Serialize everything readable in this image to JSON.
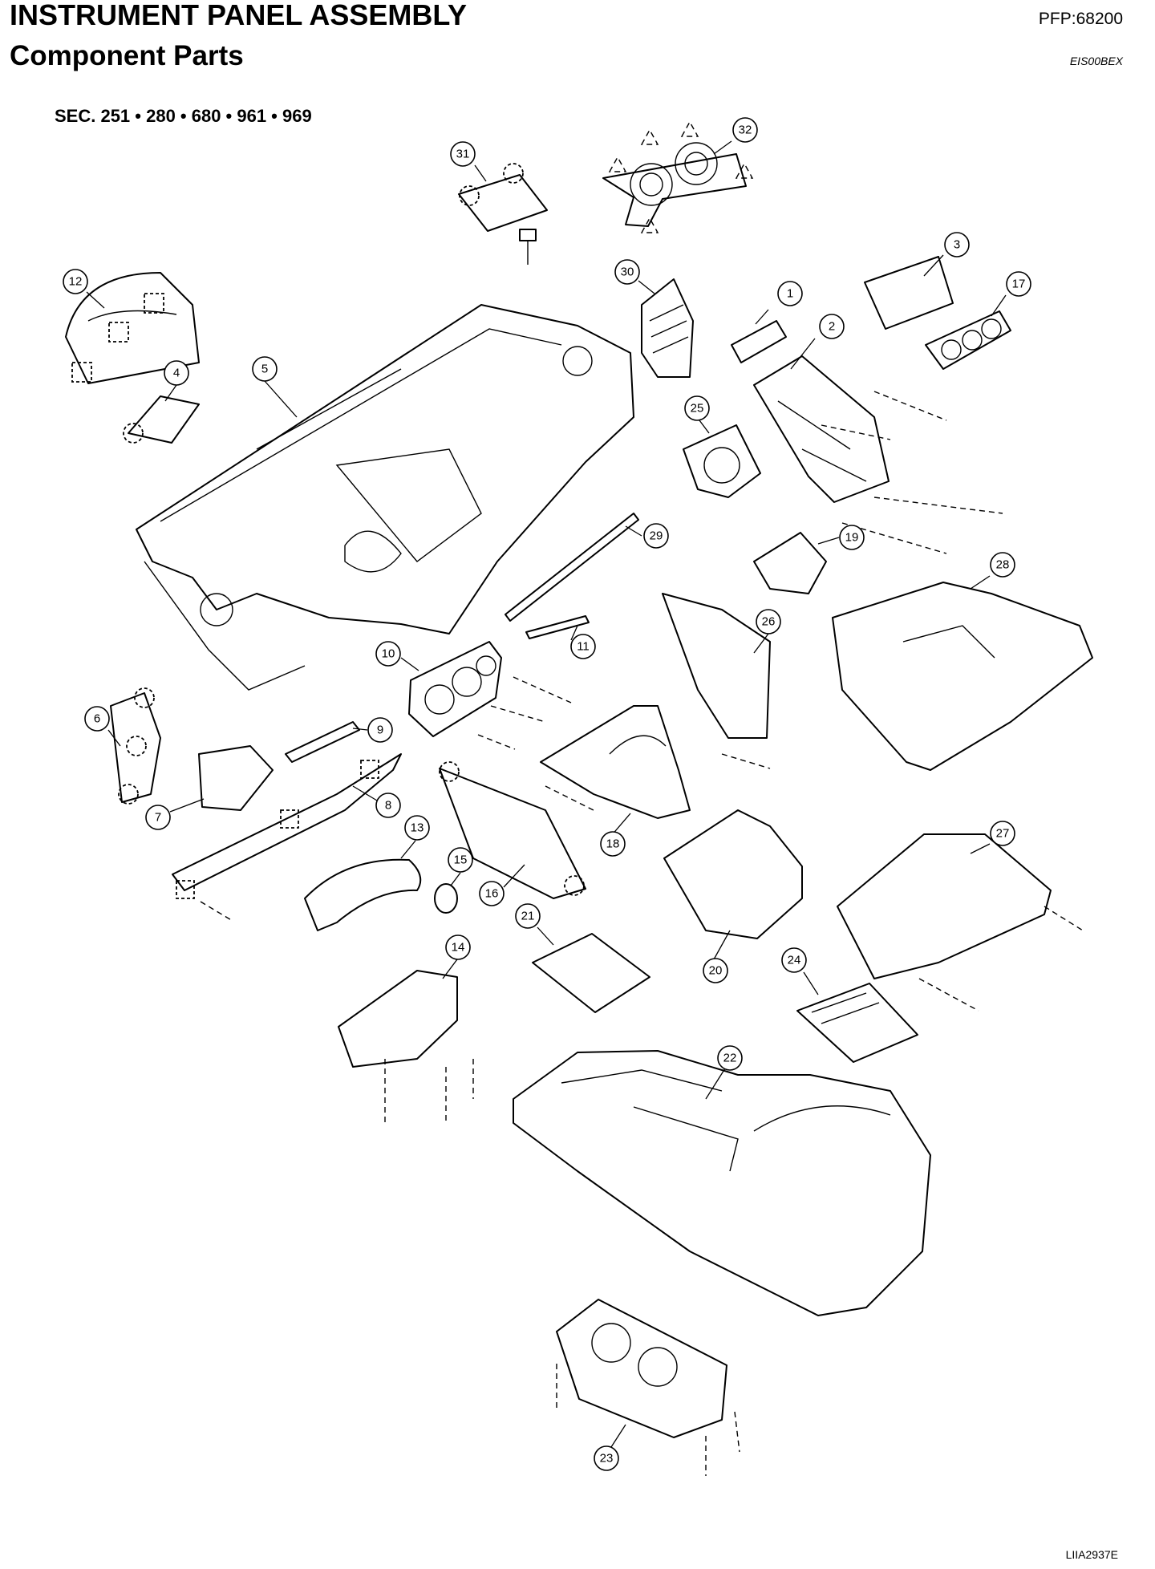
{
  "header": {
    "title": "INSTRUMENT PANEL ASSEMBLY",
    "subtitle": "Component Parts",
    "pfp": "PFP:68200",
    "doc_code": "EIS00BEX",
    "sections": "SEC. 251 • 280 • 680 • 961 • 969"
  },
  "footer": {
    "figure_code": "LIIA2937E"
  },
  "callouts": [
    "1",
    "2",
    "3",
    "4",
    "5",
    "6",
    "7",
    "8",
    "9",
    "10",
    "11",
    "12",
    "13",
    "14",
    "15",
    "16",
    "17",
    "18",
    "19",
    "20",
    "21",
    "22",
    "23",
    "24",
    "25",
    "26",
    "27",
    "28",
    "29",
    "30",
    "31",
    "32"
  ]
}
